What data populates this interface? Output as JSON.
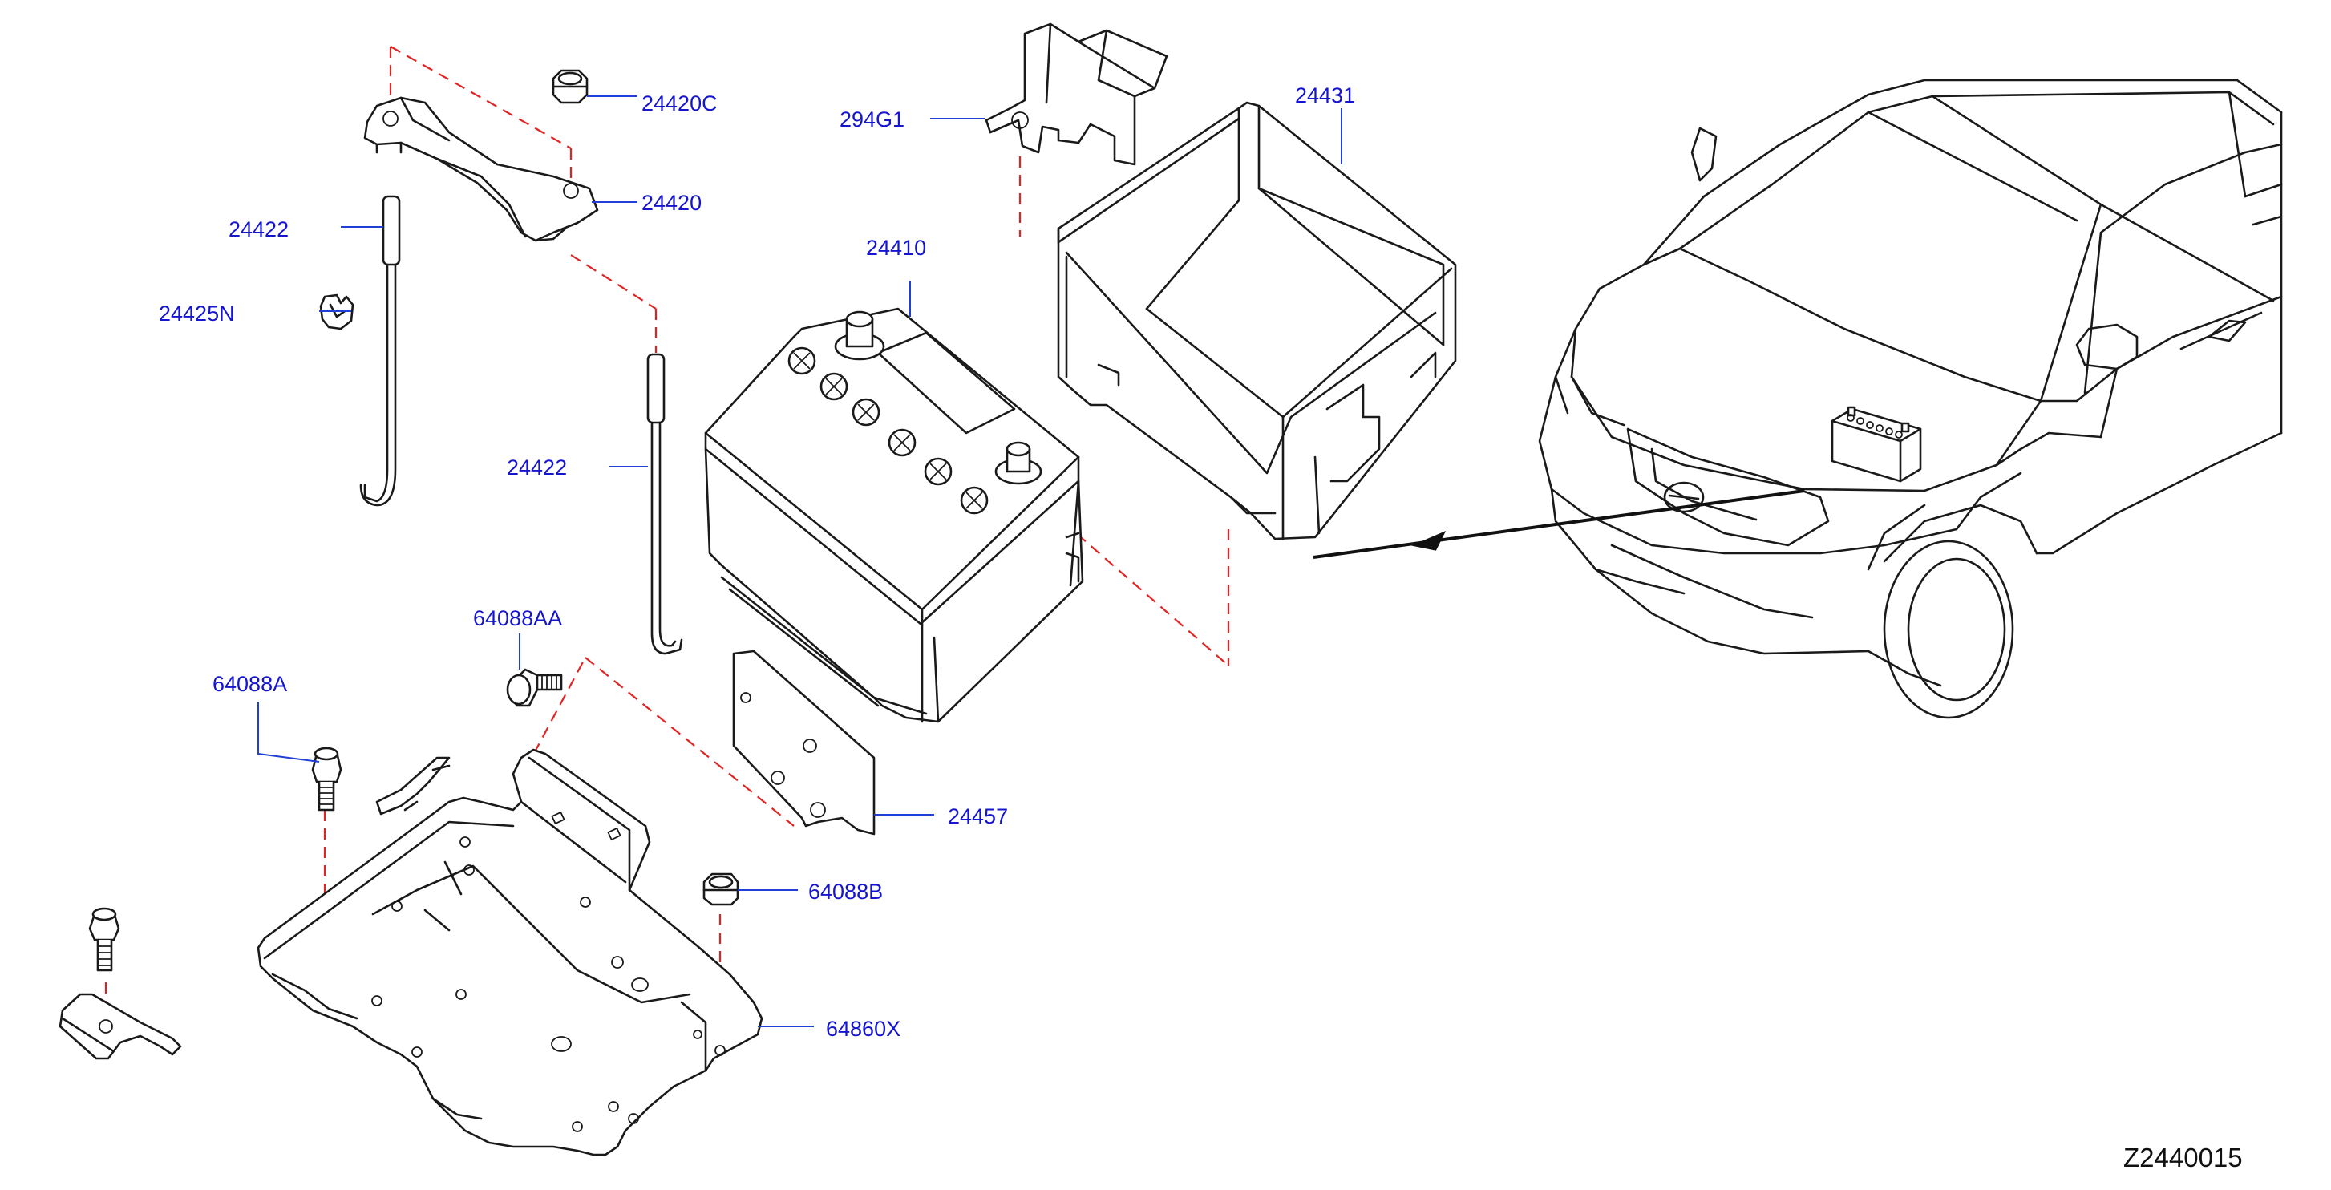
{
  "diagram": {
    "code": "Z2440015",
    "labels": {
      "p24420C": "24420C",
      "p24420": "24420",
      "p24422_left": "24422",
      "p24425N": "24425N",
      "p24422_mid": "24422",
      "p294G1": "294G1",
      "p24431": "24431",
      "p24410": "24410",
      "p64088AA": "64088AA",
      "p64088A": "64088A",
      "p24457": "24457",
      "p64088B": "64088B",
      "p64860X": "64860X"
    },
    "colors": {
      "label": "#1515d0",
      "leader": "#1f3fd6",
      "dash": "#e02424",
      "line": "#1a1a1a"
    }
  }
}
